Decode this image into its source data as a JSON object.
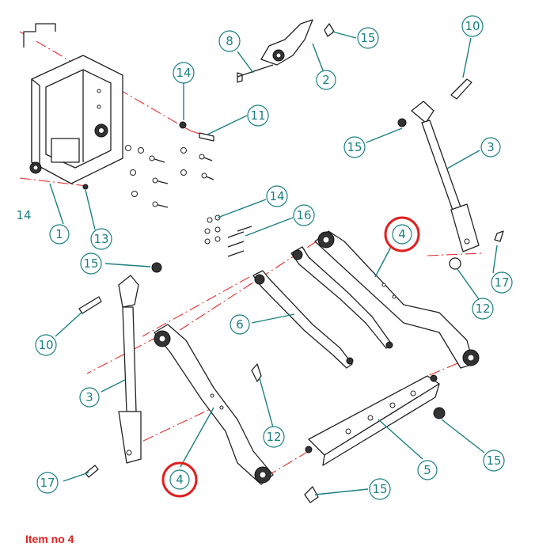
{
  "caption": "Item no 4",
  "colors": {
    "callout": "#1b7f82",
    "axis_line": "#e03030",
    "highlight": "#e02020",
    "caption": "#e02020",
    "outline": "#222222"
  },
  "callouts": {
    "c1": "1",
    "c2": "2",
    "c3a": "3",
    "c3b": "3",
    "c4a": "4",
    "c4b": "4",
    "c5": "5",
    "c6": "6",
    "c8": "8",
    "c10a": "10",
    "c10b": "10",
    "c11": "11",
    "c12a": "12",
    "c12b": "12",
    "c13": "13",
    "c14a": "14",
    "c14b": "14",
    "c14c": "14",
    "c15a": "15",
    "c15b": "15",
    "c15c": "15",
    "c15d": "15",
    "c15e": "15",
    "c16": "16",
    "c17a": "17",
    "c17b": "17"
  },
  "highlighted_item": "4"
}
